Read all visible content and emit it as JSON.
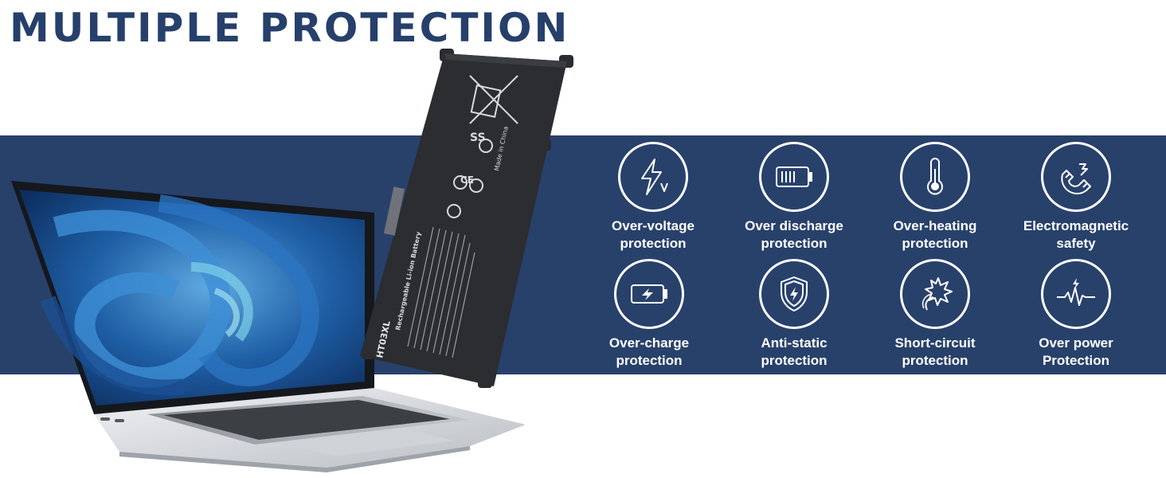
{
  "title": "MULTIPLE PROTECTION",
  "colors": {
    "band": "#28416b",
    "title": "#26406b",
    "icon_stroke": "#ffffff"
  },
  "battery_markings": {
    "model": "HT03XL",
    "made_in": "Made in China",
    "heading": "Rechargeable Li-ion Battery"
  },
  "features": [
    {
      "icon": "lightning-voltage-icon",
      "line1": "Over-voltage",
      "line2": "protection"
    },
    {
      "icon": "battery-level-icon",
      "line1": "Over discharge",
      "line2": "protection"
    },
    {
      "icon": "thermometer-icon",
      "line1": "Over-heating",
      "line2": "protection"
    },
    {
      "icon": "magnet-icon",
      "line1": "Electromagnetic",
      "line2": "safety"
    },
    {
      "icon": "battery-charging-icon",
      "line1": "Over-charge",
      "line2": "protection"
    },
    {
      "icon": "shield-bolt-icon",
      "line1": "Anti-static",
      "line2": "protection"
    },
    {
      "icon": "spark-burst-icon",
      "line1": "Short-circuit",
      "line2": "protection"
    },
    {
      "icon": "power-pulse-icon",
      "line1": "Over power",
      "line2": "Protection"
    }
  ]
}
